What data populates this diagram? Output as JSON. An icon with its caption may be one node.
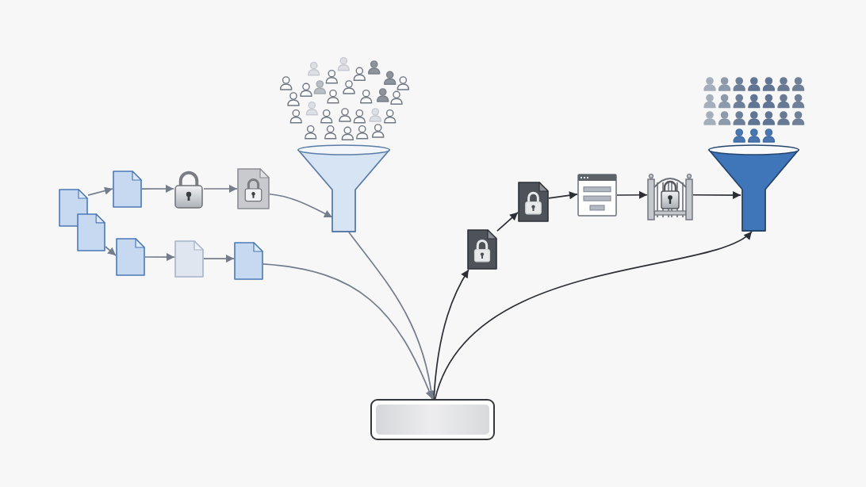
{
  "diagram": {
    "nodes": [
      {
        "text": [],
        "shape": "document"
      },
      {
        "text": [],
        "shape": "document"
      },
      {
        "text": [],
        "shape": "document"
      },
      {
        "text": [],
        "shape": "padlock"
      },
      {
        "text": [],
        "shape": "document"
      },
      {
        "text": [],
        "shape": "document"
      },
      {
        "text": [],
        "shape": "document"
      },
      {
        "text": [],
        "shape": "document"
      },
      {
        "text": [],
        "shape": "funnel"
      },
      {
        "text": [],
        "shape": "document"
      },
      {
        "text": [],
        "shape": "document"
      },
      {
        "text": [],
        "shape": "window"
      },
      {
        "text": [],
        "shape": "gate"
      },
      {
        "text": [],
        "shape": "funnel"
      },
      {
        "text": [],
        "shape": "box"
      }
    ],
    "edges": [
      {
        "from": 0,
        "to": 2,
        "arrow": "to"
      },
      {
        "from": 2,
        "to": 3,
        "arrow": "to"
      },
      {
        "from": 3,
        "to": 4,
        "arrow": "to"
      },
      {
        "from": 4,
        "to": 8,
        "arrow": "to"
      },
      {
        "from": 1,
        "to": 5,
        "arrow": "to"
      },
      {
        "from": 5,
        "to": 6,
        "arrow": "to"
      },
      {
        "from": 6,
        "to": 7,
        "arrow": "to"
      },
      {
        "from": 7,
        "to": 14,
        "arrow": "to"
      },
      {
        "from": 8,
        "to": 14,
        "arrow": "to"
      },
      {
        "from": 14,
        "to": 9,
        "arrow": "to",
        "color": "#2b2e33"
      },
      {
        "from": 9,
        "to": 10,
        "arrow": "to",
        "color": "#2b2e33"
      },
      {
        "from": 10,
        "to": 11,
        "arrow": "to",
        "color": "#2b2e33"
      },
      {
        "from": 11,
        "to": 12,
        "arrow": "to",
        "color": "#2b2e33"
      },
      {
        "from": 12,
        "to": 13,
        "arrow": "to",
        "color": "#2b2e33"
      },
      {
        "from": 14,
        "to": 13,
        "arrow": "to",
        "color": "#2b2e33"
      }
    ]
  }
}
